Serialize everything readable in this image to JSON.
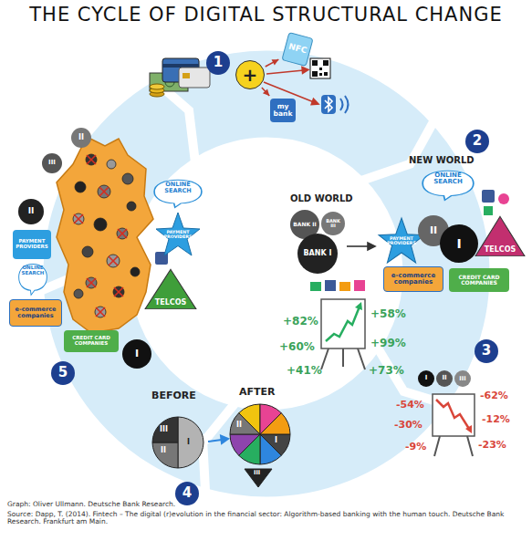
{
  "diagram": {
    "title": "THE CYCLE OF DIGITAL STRUCTURAL CHANGE",
    "caption": "Graph: Oliver Ullmann. Deutsche Bank Research.",
    "nodes": [
      {
        "text": [
          "1"
        ]
      },
      {
        "text": [
          "+"
        ]
      },
      {
        "text": [
          "NFC"
        ]
      },
      {
        "text": [
          "my bank"
        ]
      },
      {
        "text": [
          "2"
        ]
      },
      {
        "text": [
          "BANK II"
        ]
      },
      {
        "text": [
          "BANK III"
        ]
      },
      {
        "text": [
          "BANK I"
        ]
      },
      {
        "text": [
          "ONLINE SEARCH"
        ]
      },
      {
        "text": [
          "PAYMENT PROVIDERS"
        ]
      },
      {
        "text": [
          "II"
        ]
      },
      {
        "text": [
          "I"
        ]
      },
      {
        "text": [
          "TELCOS"
        ]
      },
      {
        "text": [
          "e-commerce companies"
        ]
      },
      {
        "text": [
          "CREDIT CARD COMPANIES"
        ]
      },
      {
        "text": [
          "3"
        ]
      },
      {
        "text": [
          "I"
        ]
      },
      {
        "text": [
          "II"
        ]
      },
      {
        "text": [
          "III"
        ]
      },
      {
        "text": [
          "4"
        ]
      },
      {
        "text": [
          "5"
        ]
      },
      {
        "text": [
          "II"
        ]
      },
      {
        "text": [
          "III"
        ]
      },
      {
        "text": [
          "II"
        ]
      },
      {
        "text": [
          "PAYMENT PROVIDERS"
        ]
      },
      {
        "text": [
          "ONLINE SEARCH"
        ]
      },
      {
        "text": [
          "e-commerce companies"
        ]
      },
      {
        "text": [
          "CREDIT CARD COMPANIES"
        ]
      },
      {
        "text": [
          "ONLINE SEARCH"
        ]
      },
      {
        "text": [
          "PAYMENT PROVIDERS"
        ]
      },
      {
        "text": [
          "TELCOS"
        ]
      },
      {
        "text": [
          "I"
        ]
      }
    ],
    "edges": [
      {
        "from": 1,
        "to": 2,
        "arrow": "to"
      },
      {
        "from": 1,
        "to": 3,
        "arrow": "to"
      }
    ],
    "labels": [
      "OLD WORLD",
      "NEW WORLD",
      "+82%",
      "+58%",
      "+60%",
      "+99%",
      "+41%",
      "+73%",
      "-54%",
      "-62%",
      "-30%",
      "-12%",
      "-9%",
      "-23%",
      "BEFORE",
      "AFTER",
      "III",
      "II",
      "I",
      "II",
      "I",
      "III",
      "Source: Dapp, T. (2014). Fintech – The digital (r)evolution in the financial sector: Algorithm-based banking with the human touch. Deutsche Bank Research. Frankfurt am Main."
    ]
  }
}
